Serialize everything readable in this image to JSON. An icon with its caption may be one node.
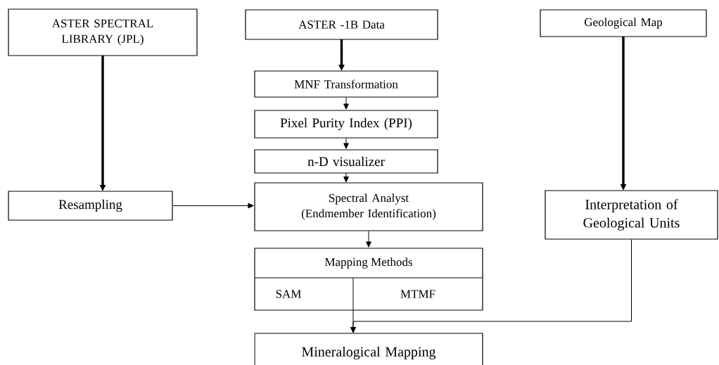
{
  "diagram": {
    "nodes": [
      {
        "text": [
          "ASTER SPECTRAL LIBRARY (JPL)"
        ]
      },
      {
        "text": [
          "ASTER -1B Data"
        ]
      },
      {
        "text": [
          "Geological Map"
        ]
      },
      {
        "text": [
          "MNF Transformation"
        ]
      },
      {
        "text": [
          "Pixel Purity Index (PPI)"
        ]
      },
      {
        "text": [
          "n-D visualizer"
        ]
      },
      {
        "text": [
          "Resampling"
        ]
      },
      {
        "text": [
          "Spectral Analyst (Endmember Identification)"
        ]
      },
      {
        "text": [
          "Interpretation of Geological Units"
        ]
      },
      {
        "text": [
          "Mapping Methods",
          "SAM",
          "MTMF"
        ]
      },
      {
        "text": [
          "Mineralogical Mapping"
        ]
      }
    ],
    "edges": [
      {
        "from": 0,
        "to": 6,
        "arrow": "to",
        "style": "thick"
      },
      {
        "from": 1,
        "to": 3,
        "arrow": "to",
        "style": "thick"
      },
      {
        "from": 2,
        "to": 8,
        "arrow": "to",
        "style": "thick"
      },
      {
        "from": 3,
        "to": 4,
        "arrow": "to"
      },
      {
        "from": 4,
        "to": 5,
        "arrow": "to"
      },
      {
        "from": 5,
        "to": 7,
        "arrow": "to"
      },
      {
        "from": 6,
        "to": 7,
        "arrow": "to"
      },
      {
        "from": 7,
        "to": 9,
        "arrow": "to"
      },
      {
        "from": 9,
        "to": 10,
        "arrow": "to"
      },
      {
        "from": 8,
        "to": 10,
        "arrow": "to"
      }
    ]
  }
}
